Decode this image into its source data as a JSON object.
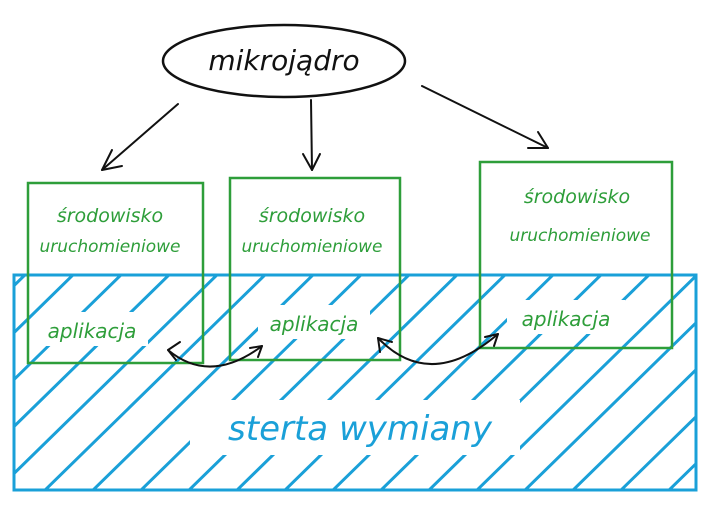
{
  "kernel": {
    "label": "mikrojądro"
  },
  "environments": [
    {
      "line1": "środowisko",
      "line2": "uruchomieniowe",
      "app": "aplikacja"
    },
    {
      "line1": "środowisko",
      "line2": "uruchomieniowe",
      "app": "aplikacja"
    },
    {
      "line1": "środowisko",
      "line2": "uruchomieniowe",
      "app": "aplikacja"
    }
  ],
  "heap": {
    "label": "sterta wymiany"
  },
  "colors": {
    "ink": "#111111",
    "env": "#2e9e3a",
    "heap": "#1aa0d8"
  }
}
